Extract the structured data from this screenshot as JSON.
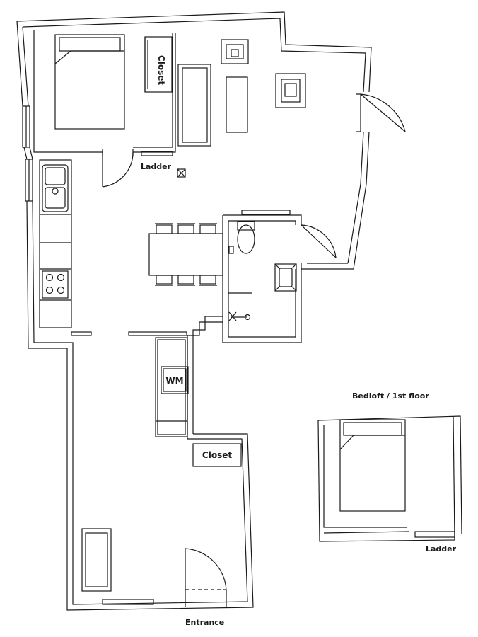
{
  "labels": {
    "closet_top": "Closet",
    "ladder_main": "Ladder",
    "wm": "WM",
    "closet_middle": "Closet",
    "bedloft": "Bedloft / 1st floor",
    "ladder_loft": "Ladder",
    "entrance": "Entrance"
  },
  "colors": {
    "wall": "#1a1a1a",
    "background": "#ffffff",
    "fixture_fill": "#ffffff"
  },
  "icons": {
    "bed": "bed-icon",
    "sink": "sink-icon",
    "stove": "stove-icon",
    "toilet": "toilet-icon",
    "shower": "shower-icon",
    "chair": "chair-icon",
    "door": "door-swing-icon",
    "window": "window-icon",
    "hatch": "hatch-icon"
  }
}
